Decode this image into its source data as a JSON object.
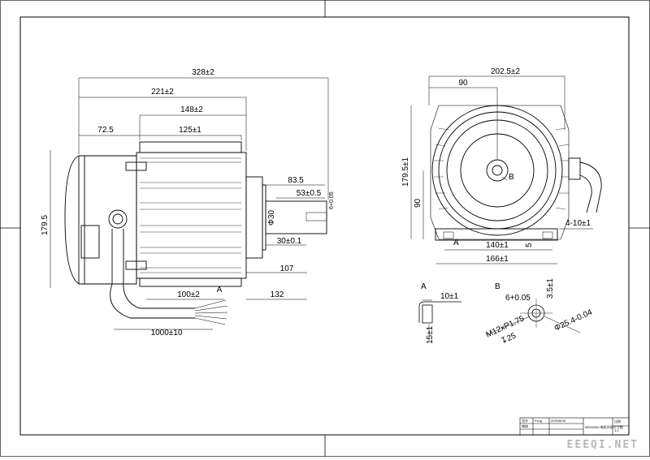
{
  "drawing": {
    "left_view": {
      "overall_length": "328±2",
      "length_221": "221±2",
      "length_148": "148±2",
      "length_72": "72.5",
      "body_length": "125±1",
      "shaft_83": "83.5",
      "shaft_53": "53±0.5",
      "key_tol": "6+0.05",
      "shaft_dia": "Φ30",
      "shaft_30": "30±0.1",
      "height": "179.5",
      "dim_107": "107",
      "dim_100": "100±2",
      "section_A": "A",
      "dim_132": "132",
      "cable": "1000±10"
    },
    "right_view": {
      "width": "202.5±2",
      "dim_90_top": "90",
      "height": "179.5±1",
      "dim_90_side": "90",
      "shaft_label": "B",
      "holes": "4-10±1",
      "foot_label": "A",
      "foot_inner": "140±1",
      "foot_h": "5",
      "foot_outer": "166±1"
    },
    "detail_a": {
      "label": "A",
      "width": "10±1",
      "height": "15±1"
    },
    "detail_b": {
      "label": "B",
      "key": "6+0.05",
      "depth": "3.5±1",
      "thread": "M12xP1.75",
      "thread_depth": "↧25",
      "dia": "Φ25.4-0.04"
    },
    "title_block": {
      "model": "BPM2000 电机外形尺寸图",
      "c1": "设计",
      "c2": "Feng",
      "c3": "2020/8/28",
      "c4": "审核",
      "c5": "比例",
      "c6": "1:1"
    }
  },
  "watermark": "EEEQI.NET",
  "colors": {
    "line": "#000000",
    "watermark": "#b8b8b8"
  }
}
